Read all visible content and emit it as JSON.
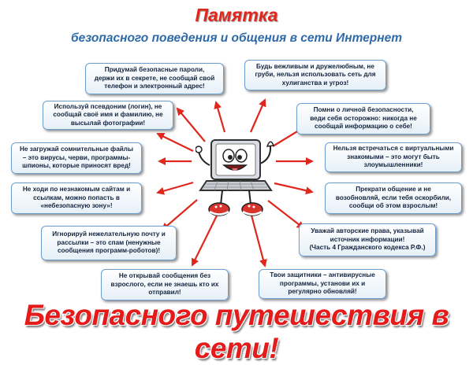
{
  "header": {
    "title": "Памятка",
    "subtitle": "безопасного поведения и общения в сети Интернет"
  },
  "tips": [
    "Придумай безопасные пароли,\nдержи их в секрете, не сообщай свой\nтелефон и электронный адрес!",
    "Будь вежливым и дружелюбным, не\nгруби, нельзя использовать сеть для\nхулиганства и угроз!",
    "Используй псевдоним (логин), не\nсообщай своё имя и фамилию, не\nвысылай фотографии!",
    "Помни о личной безопасности,\nведи себя осторожно: никогда не\nсообщай информацию о себе!",
    "Не загружай сомнительные файлы\n– это вирусы, черви, программы-\nшпионы, которые приносят вред!",
    "Нельзя встречаться с виртуальными\nзнакомыми – это могут быть\nзлоумышленники!",
    "Не ходи по незнакомым сайтам и\nссылкам, можно попасть в\n«небезопасную зону»!",
    "Прекрати общение и не\nвозобновляй, если тебя оскорбили,\nсообщи об этом взрослым!",
    "Игнорируй нежелательную почту и\nрассылки – это спам (ненужные\nсообщения программ-роботов)!",
    "Уважай авторские права, указывай\nисточник информации!\n(Часть 4 Гражданского кодекса Р.Ф.)",
    "Не открывай сообщения без\nвзрослого, если не знаешь кто их\nотправил!",
    "Твои защитники – антивирусные\nпрограммы, установи их и\nрегулярно обновляй!"
  ],
  "footer": {
    "slogan": "Безопасного путешествия в сети!"
  },
  "colors": {
    "title": "#e0271d",
    "subtitle": "#2e6aa8",
    "arrow": "#e0271d",
    "card_border": "#6c9ecf",
    "slogan": "#e51b1b"
  },
  "mascot": {
    "icon": "laptop-mascot-icon"
  }
}
